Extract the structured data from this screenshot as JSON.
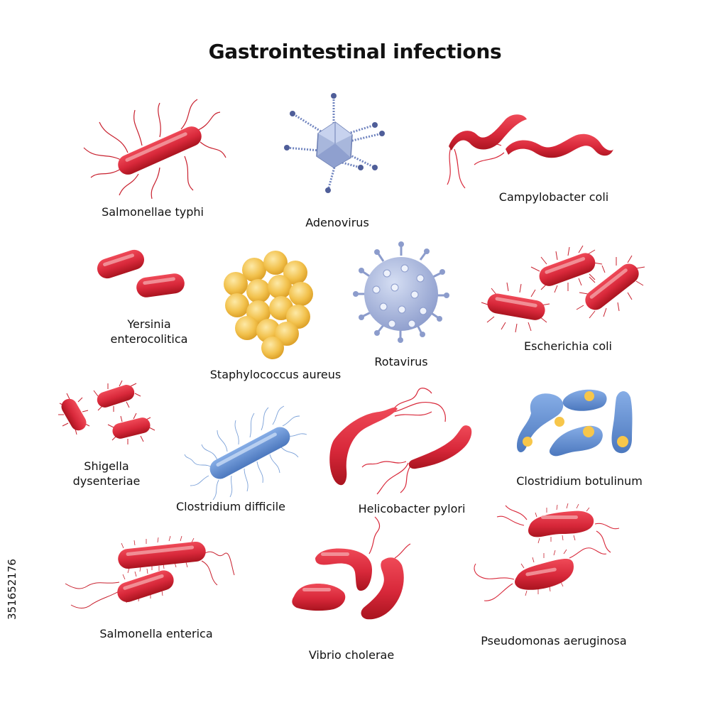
{
  "title": "Gastrointestinal infections",
  "stock_id": "351652176",
  "labels": {
    "salmonellae_typhi": "Salmonellae typhi",
    "adenovirus": "Adenovirus",
    "campylobacter_coli": "Campylobacter coli",
    "yersinia_line1": "Yersinia",
    "yersinia_line2": "enterocolitica",
    "staphylococcus": "Staphylococcus aureus",
    "rotavirus": "Rotavirus",
    "escherichia_coli": "Escherichia coli",
    "shigella_line1": "Shigella",
    "shigella_line2": "dysenteriae",
    "clostridium_difficile": "Clostridium difficile",
    "helicobacter": "Helicobacter pylori",
    "clostridium_botulinum": "Clostridium botulinum",
    "salmonella_enterica": "Salmonella enterica",
    "vibrio": "Vibrio cholerae",
    "pseudomonas": "Pseudomonas aeruginosa"
  },
  "colors": {
    "bacteria_red": "#d8283a",
    "bacteria_red_dark": "#a9141f",
    "bacteria_highlight": "#f4a3a8",
    "virus_blue": "#a8b7dc",
    "virus_blue_dark": "#6d7fb3",
    "virus_knob": "#4f5e99",
    "cocci_yellow": "#f2c14c",
    "cocci_highlight": "#fbe7a6",
    "spore_yellow": "#f7c64a",
    "clostridium_blue": "#5f8ed1"
  }
}
